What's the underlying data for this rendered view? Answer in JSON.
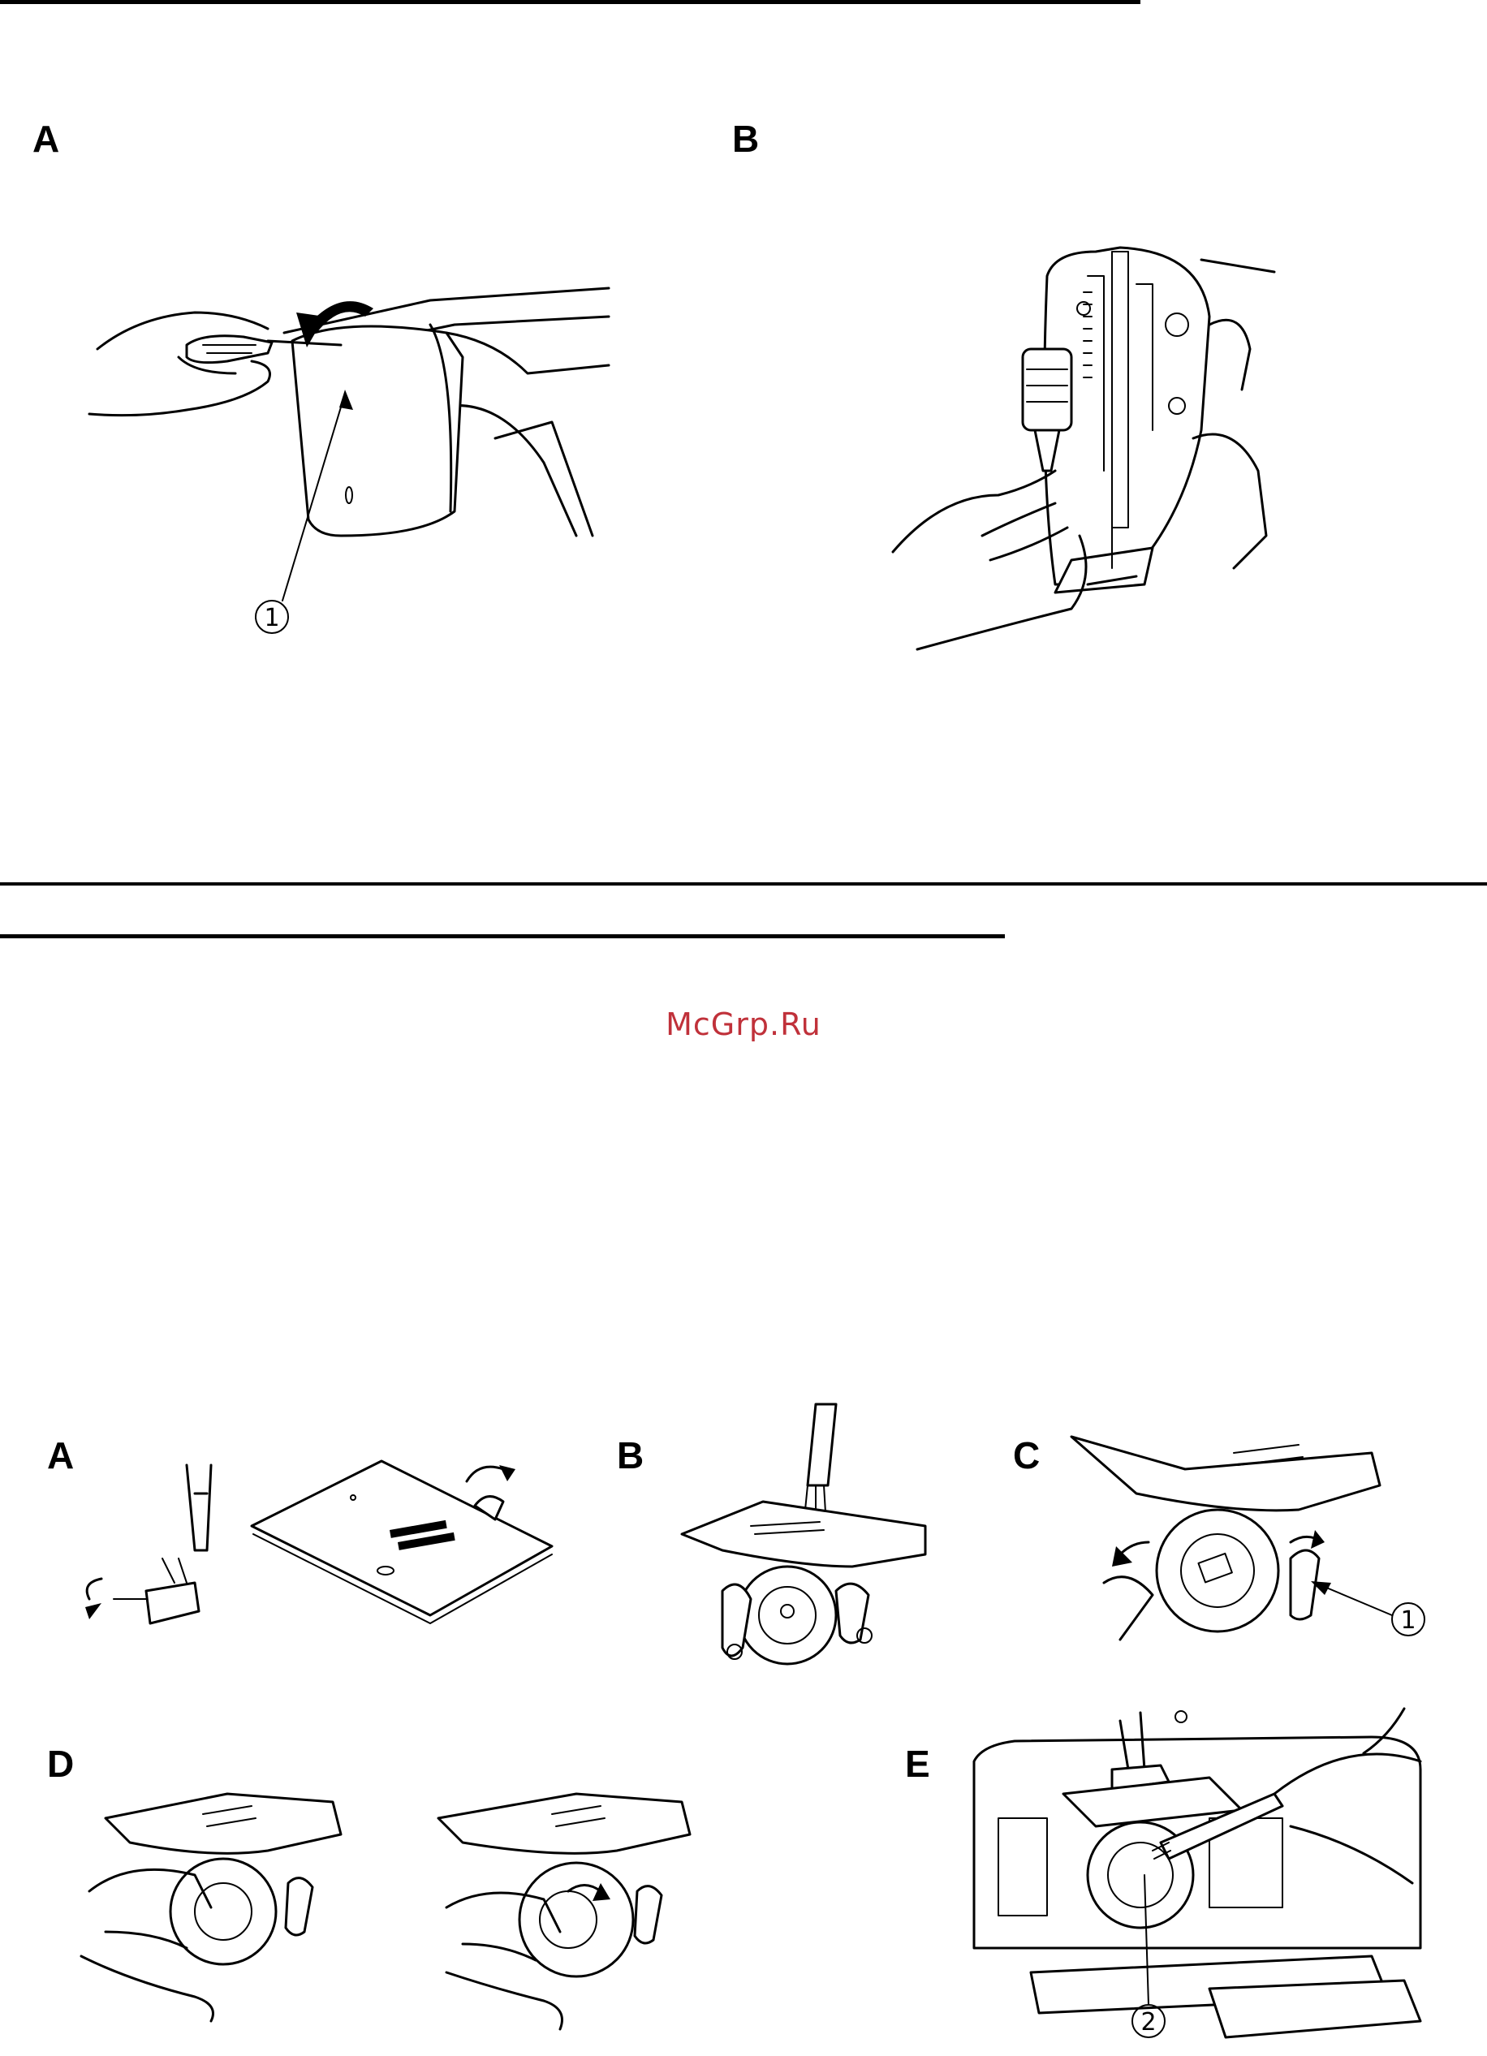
{
  "watermark": {
    "text": "McGrp.Ru",
    "color": "#c0313a"
  },
  "top_section": {
    "figure_a": {
      "letter": "A",
      "callout": "1"
    },
    "figure_b": {
      "letter": "B"
    }
  },
  "bottom_section": {
    "figure_a": {
      "letter": "A"
    },
    "figure_b": {
      "letter": "B"
    },
    "figure_c": {
      "letter": "C",
      "callout": "1"
    },
    "figure_d": {
      "letter": "D"
    },
    "figure_e": {
      "letter": "E",
      "callout": "2"
    }
  },
  "icons": [
    "screwdriver-icon",
    "rotate-arrow-icon",
    "hand-icon",
    "needle-plate-icon",
    "brush-icon",
    "bobbin-case-icon"
  ]
}
